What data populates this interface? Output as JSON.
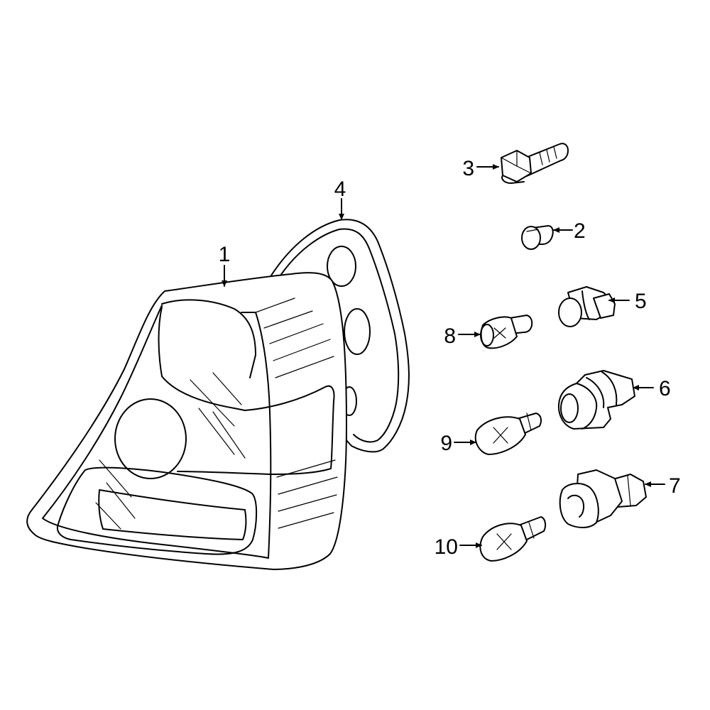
{
  "highlight_color": "#2f56c6",
  "callouts": [
    {
      "id": "1",
      "text": "1"
    },
    {
      "id": "2",
      "text": "2"
    },
    {
      "id": "3",
      "text": "3"
    },
    {
      "id": "4",
      "text": "4"
    },
    {
      "id": "5",
      "text": "5"
    },
    {
      "id": "6",
      "text": "6",
      "highlighted": true
    },
    {
      "id": "7",
      "text": "7"
    },
    {
      "id": "8",
      "text": "8"
    },
    {
      "id": "9",
      "text": "9"
    },
    {
      "id": "10",
      "text": "10"
    }
  ]
}
